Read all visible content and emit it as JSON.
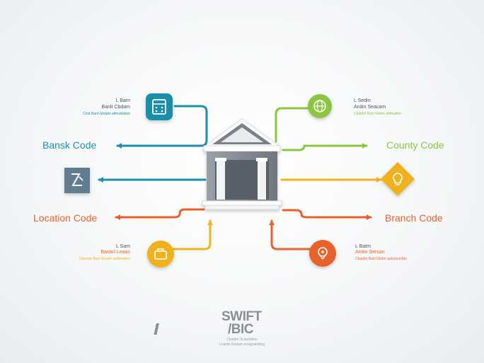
{
  "colors": {
    "teal": "#1e8fa8",
    "green": "#8cc63f",
    "gold": "#f0b21e",
    "orange": "#e8602c",
    "slate": "#627c8f",
    "gray": "#8a8f96"
  },
  "center": {
    "icon": "bank-building-icon"
  },
  "nodes": {
    "bank_code": {
      "icon": "calculator-icon",
      "label": "Bansk Code",
      "small_1": "L Barn",
      "small_2": "Banlt Cbdam",
      "small_3": "Cbid Banl Gbdam aifmutfation"
    },
    "county_code": {
      "icon": "globe-icon",
      "label": "County Code",
      "small_1": "L Sedm",
      "small_2": "Anitin Seacam",
      "small_3": "Cbaidm Banl Gbdm afdmalfon"
    },
    "location_code": {
      "icon": "zigzag-icon",
      "label": "Location Code",
      "small_1": "L Sam",
      "small_2": "Basticl Leaas",
      "small_3": "Cbsnate Banl Seaslh aufbination"
    },
    "branch_code": {
      "icon": "lightbulb-icon",
      "label": "Branch Code",
      "small_1": "L Batm",
      "small_2": "Anitin Sersan",
      "small_3": "Cbaidm Banl Gbdm aufounonfan"
    },
    "bottom_left": {
      "icon": "briefcase-icon"
    },
    "bottom_right": {
      "icon": "location-icon"
    }
  },
  "footer": {
    "title_1": "SWIFT",
    "title_2": "/BIC",
    "sub_1": "Cbaidm Scautlation",
    "sub_2": "Lnamb Gbdam enaignantiing"
  }
}
